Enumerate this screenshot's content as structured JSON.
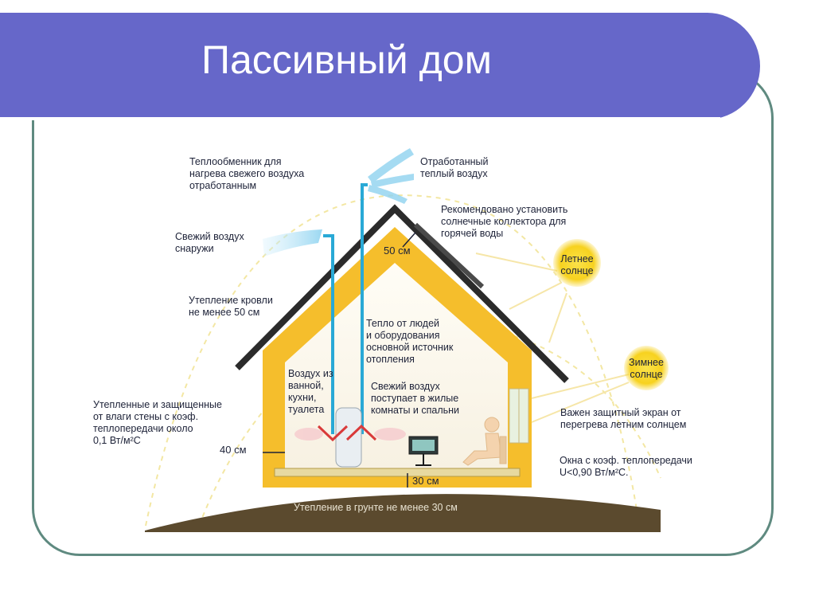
{
  "title": "Пассивный дом",
  "labels": {
    "heat_exchanger": "Теплообменник для\nнагрева свежего воздуха\nотработанным",
    "exhaust_air": "Отработанный\nтеплый воздух",
    "fresh_air_outside": "Свежий воздух\nснаружи",
    "solar_collector": "Рекомендовано установить\nсолнечные коллектора для\nгорячей воды",
    "roof_insulation": "Утепление кровли\nне менее 50 см",
    "roof_thickness": "50 см",
    "summer_sun": "Летнее\nсолнце",
    "winter_sun": "Зимнее\nсолнце",
    "heat_from_people": "Тепло от людей\nи оборудования\nосновной источник\nотопления",
    "air_from_rooms": "Воздух из\nванной,\nкухни,\nтуалета",
    "fresh_air_in": "Свежий воздух\nпоступает в жилые\nкомнаты и спальни",
    "walls_insulated": "Утепленные и защищенные\nот влаги стены с коэф.\nтеплопередачи около\n0,1 Вт/м²С",
    "wall_thickness": "40 см",
    "shade_screen": "Важен защитный экран от\nперегрева летним солнцем",
    "windows": "Окна с коэф. теплопередачи\nU<0,90 Вт/м²С.",
    "floor_thickness": "30 см",
    "ground_insulation": "Утепление в грунте не менее 30 см"
  },
  "colors": {
    "title_band": "#6667c9",
    "frame": "#5f8a80",
    "insulation": "#f5be2c",
    "roof": "#2b2b2b",
    "ground": "#5b4a2e",
    "sun": "#f7d21f",
    "air_pipe": "#29a9d6"
  }
}
